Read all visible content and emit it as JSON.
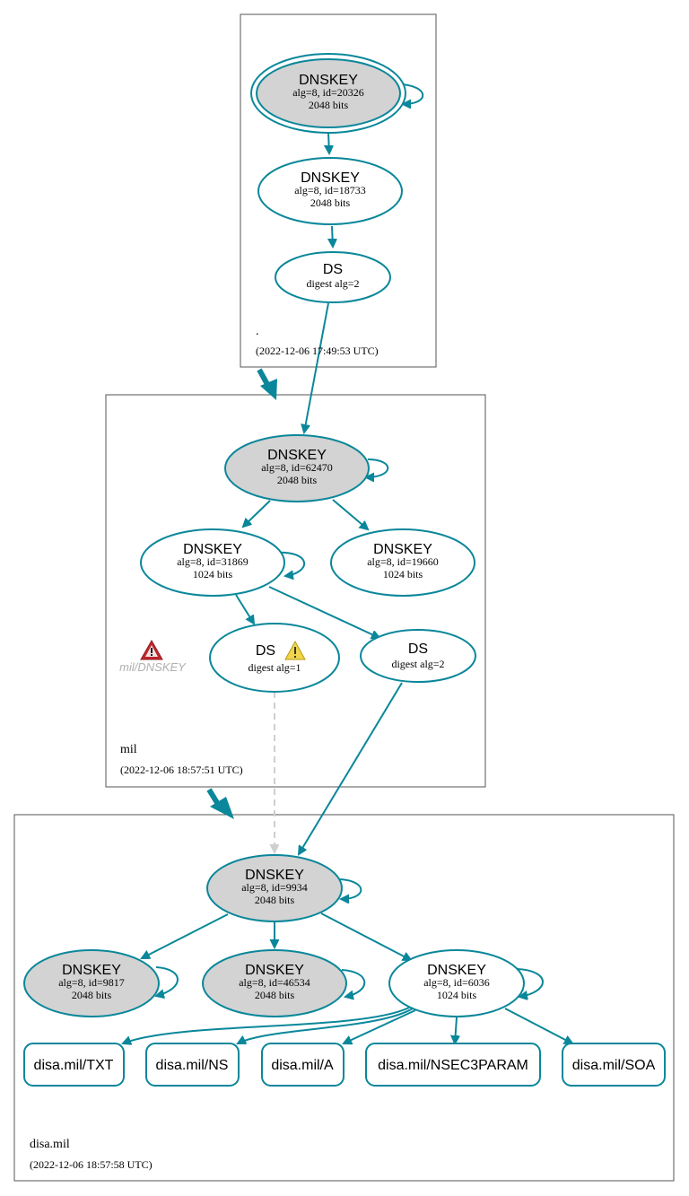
{
  "colors": {
    "edge": "#0a879a",
    "ksk_fill": "#d3d3d3",
    "node_fill": "#ffffff",
    "dashed_edge": "#cfcfcf",
    "warning_red": "#c0272d",
    "warning_yellow": "#f0d548"
  },
  "zones": {
    "root": {
      "name": ".",
      "timestamp": "(2022-12-06 17:49:53 UTC)",
      "dnskey_1": {
        "title": "DNSKEY",
        "alg_id": "alg=8, id=20326",
        "bits": "2048 bits"
      },
      "dnskey_2": {
        "title": "DNSKEY",
        "alg_id": "alg=8, id=18733",
        "bits": "2048 bits"
      },
      "ds": {
        "title": "DS",
        "digest": "digest alg=2"
      }
    },
    "mil": {
      "name": "mil",
      "timestamp": "(2022-12-06 18:57:51 UTC)",
      "warning_label": "mil/DNSKEY",
      "warning_icon": "warning-red-triangle-icon",
      "dnskey_1": {
        "title": "DNSKEY",
        "alg_id": "alg=8, id=62470",
        "bits": "2048 bits"
      },
      "dnskey_2": {
        "title": "DNSKEY",
        "alg_id": "alg=8, id=31869",
        "bits": "1024 bits"
      },
      "dnskey_3": {
        "title": "DNSKEY",
        "alg_id": "alg=8, id=19660",
        "bits": "1024 bits"
      },
      "ds_1": {
        "title": "DS",
        "digest": "digest alg=1",
        "icon": "warning-yellow-triangle-icon"
      },
      "ds_2": {
        "title": "DS",
        "digest": "digest alg=2"
      }
    },
    "disa": {
      "name": "disa.mil",
      "timestamp": "(2022-12-06 18:57:58 UTC)",
      "dnskey_1": {
        "title": "DNSKEY",
        "alg_id": "alg=8, id=9934",
        "bits": "2048 bits"
      },
      "dnskey_2": {
        "title": "DNSKEY",
        "alg_id": "alg=8, id=9817",
        "bits": "2048 bits"
      },
      "dnskey_3": {
        "title": "DNSKEY",
        "alg_id": "alg=8, id=46534",
        "bits": "2048 bits"
      },
      "dnskey_4": {
        "title": "DNSKEY",
        "alg_id": "alg=8, id=6036",
        "bits": "1024 bits"
      },
      "rrsets": {
        "txt": "disa.mil/TXT",
        "ns": "disa.mil/NS",
        "a": "disa.mil/A",
        "nsec3param": "disa.mil/NSEC3PARAM",
        "soa": "disa.mil/SOA"
      }
    }
  }
}
